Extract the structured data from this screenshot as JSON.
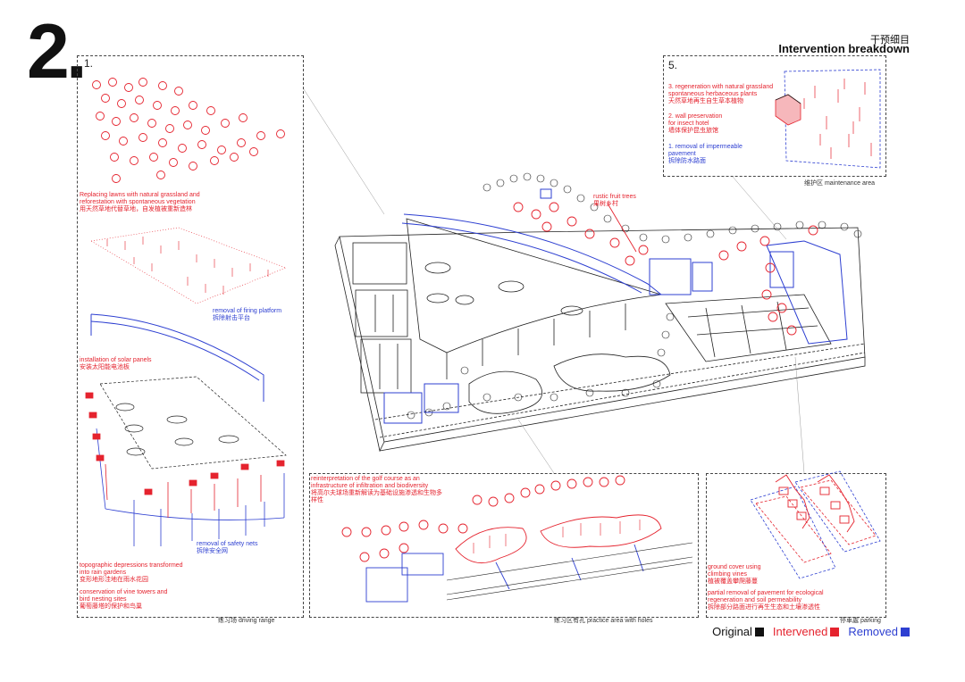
{
  "header": {
    "section_number": "2.",
    "title_cn": "干预细目",
    "title_en": "Intervention breakdown"
  },
  "panel_driving": {
    "number": "1.",
    "notes": {
      "grassland": "Replacing lawns with natural grassland and\nreforestation with spontaneous vegetation\n用天然草地代替草地，自发植被重新造林",
      "firing": "removal of firing platform\n拆除射击平台",
      "solar": "installation of solar panels\n安装太阳能电池板",
      "nets": "removal of safety nets\n拆除安全网",
      "rain": "topographic depressions transformed\ninto rain gardens\n变形地形洼地在雨水花园",
      "vine": "conservation of vine towers and\nbird nesting sites\n葡萄藤塔的保护和鸟巢"
    },
    "caption": "练习场  driving range"
  },
  "panel_maintenance": {
    "number": "5.",
    "notes": {
      "regeneration": "3. regeneration with natural grassland\nspontaneous herbaceous plants\n天然草地再生自生草本植物",
      "wall": "2. wall preservation\nfor insect hotel\n墙体保护昆虫旅馆",
      "pavement": "1. removal of impermeable\npavement\n拆除防水路面"
    },
    "caption": "维护区  maintenance area"
  },
  "main": {
    "fruit_trees": "rustic fruit trees\n果树乡村"
  },
  "panel_practice": {
    "notes": {
      "golf": "reinterpretation of the golf course as an\ninfrastructure of infiltration and biodiversity\n将高尔夫球场重新解读为基础设施渗透和生物多\n样性"
    },
    "caption": "练习区有孔  practice area with holes"
  },
  "panel_parking": {
    "notes": {
      "ground": "ground cover using\nclimbing vines\n植被覆盖攀爬藤蔓",
      "partial": "partial removal of pavement for ecological\nregeneration and soil permeability\n拆除部分路面进行再生生态和土壤渗透性"
    },
    "caption": "停車處  parking"
  },
  "legend": {
    "original": {
      "label": "Original",
      "color": "#111111"
    },
    "intervened": {
      "label": "Intervened",
      "color": "#e5232e"
    },
    "removed": {
      "label": "Removed",
      "color": "#2d3fd1"
    }
  },
  "colors": {
    "red": "#e5232e",
    "blue": "#2d3fd1",
    "ink": "#222222"
  }
}
